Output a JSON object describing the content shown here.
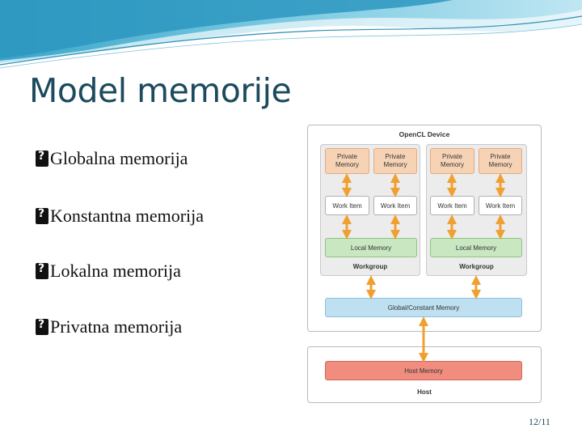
{
  "slide": {
    "title": "Model memorije",
    "bullets": [
      "Globalna memorija",
      "Konstantna memorija",
      "Lokalna memorija",
      "Privatna memorija"
    ],
    "page_number": "12/11"
  },
  "diagram": {
    "device_title": "OpenCL Device",
    "private_memory": [
      "Private\nMemory",
      "Private\nMemory",
      "Private\nMemory",
      "Private\nMemory"
    ],
    "work_items": [
      "Work Item",
      "Work Item",
      "Work Item",
      "Work Item"
    ],
    "local_memory": [
      "Local Memory",
      "Local Memory"
    ],
    "workgroups": [
      "Workgroup",
      "Workgroup"
    ],
    "global_memory": "Global/Constant Memory",
    "host_memory": "Host Memory",
    "host_label": "Host"
  },
  "colors": {
    "title": "#1c4a5e",
    "private_memory": "#f7d3b6",
    "local_memory": "#c9e8c2",
    "global_memory": "#bfe0f1",
    "host_memory": "#f08d7e",
    "arrow": "#f0a030"
  }
}
